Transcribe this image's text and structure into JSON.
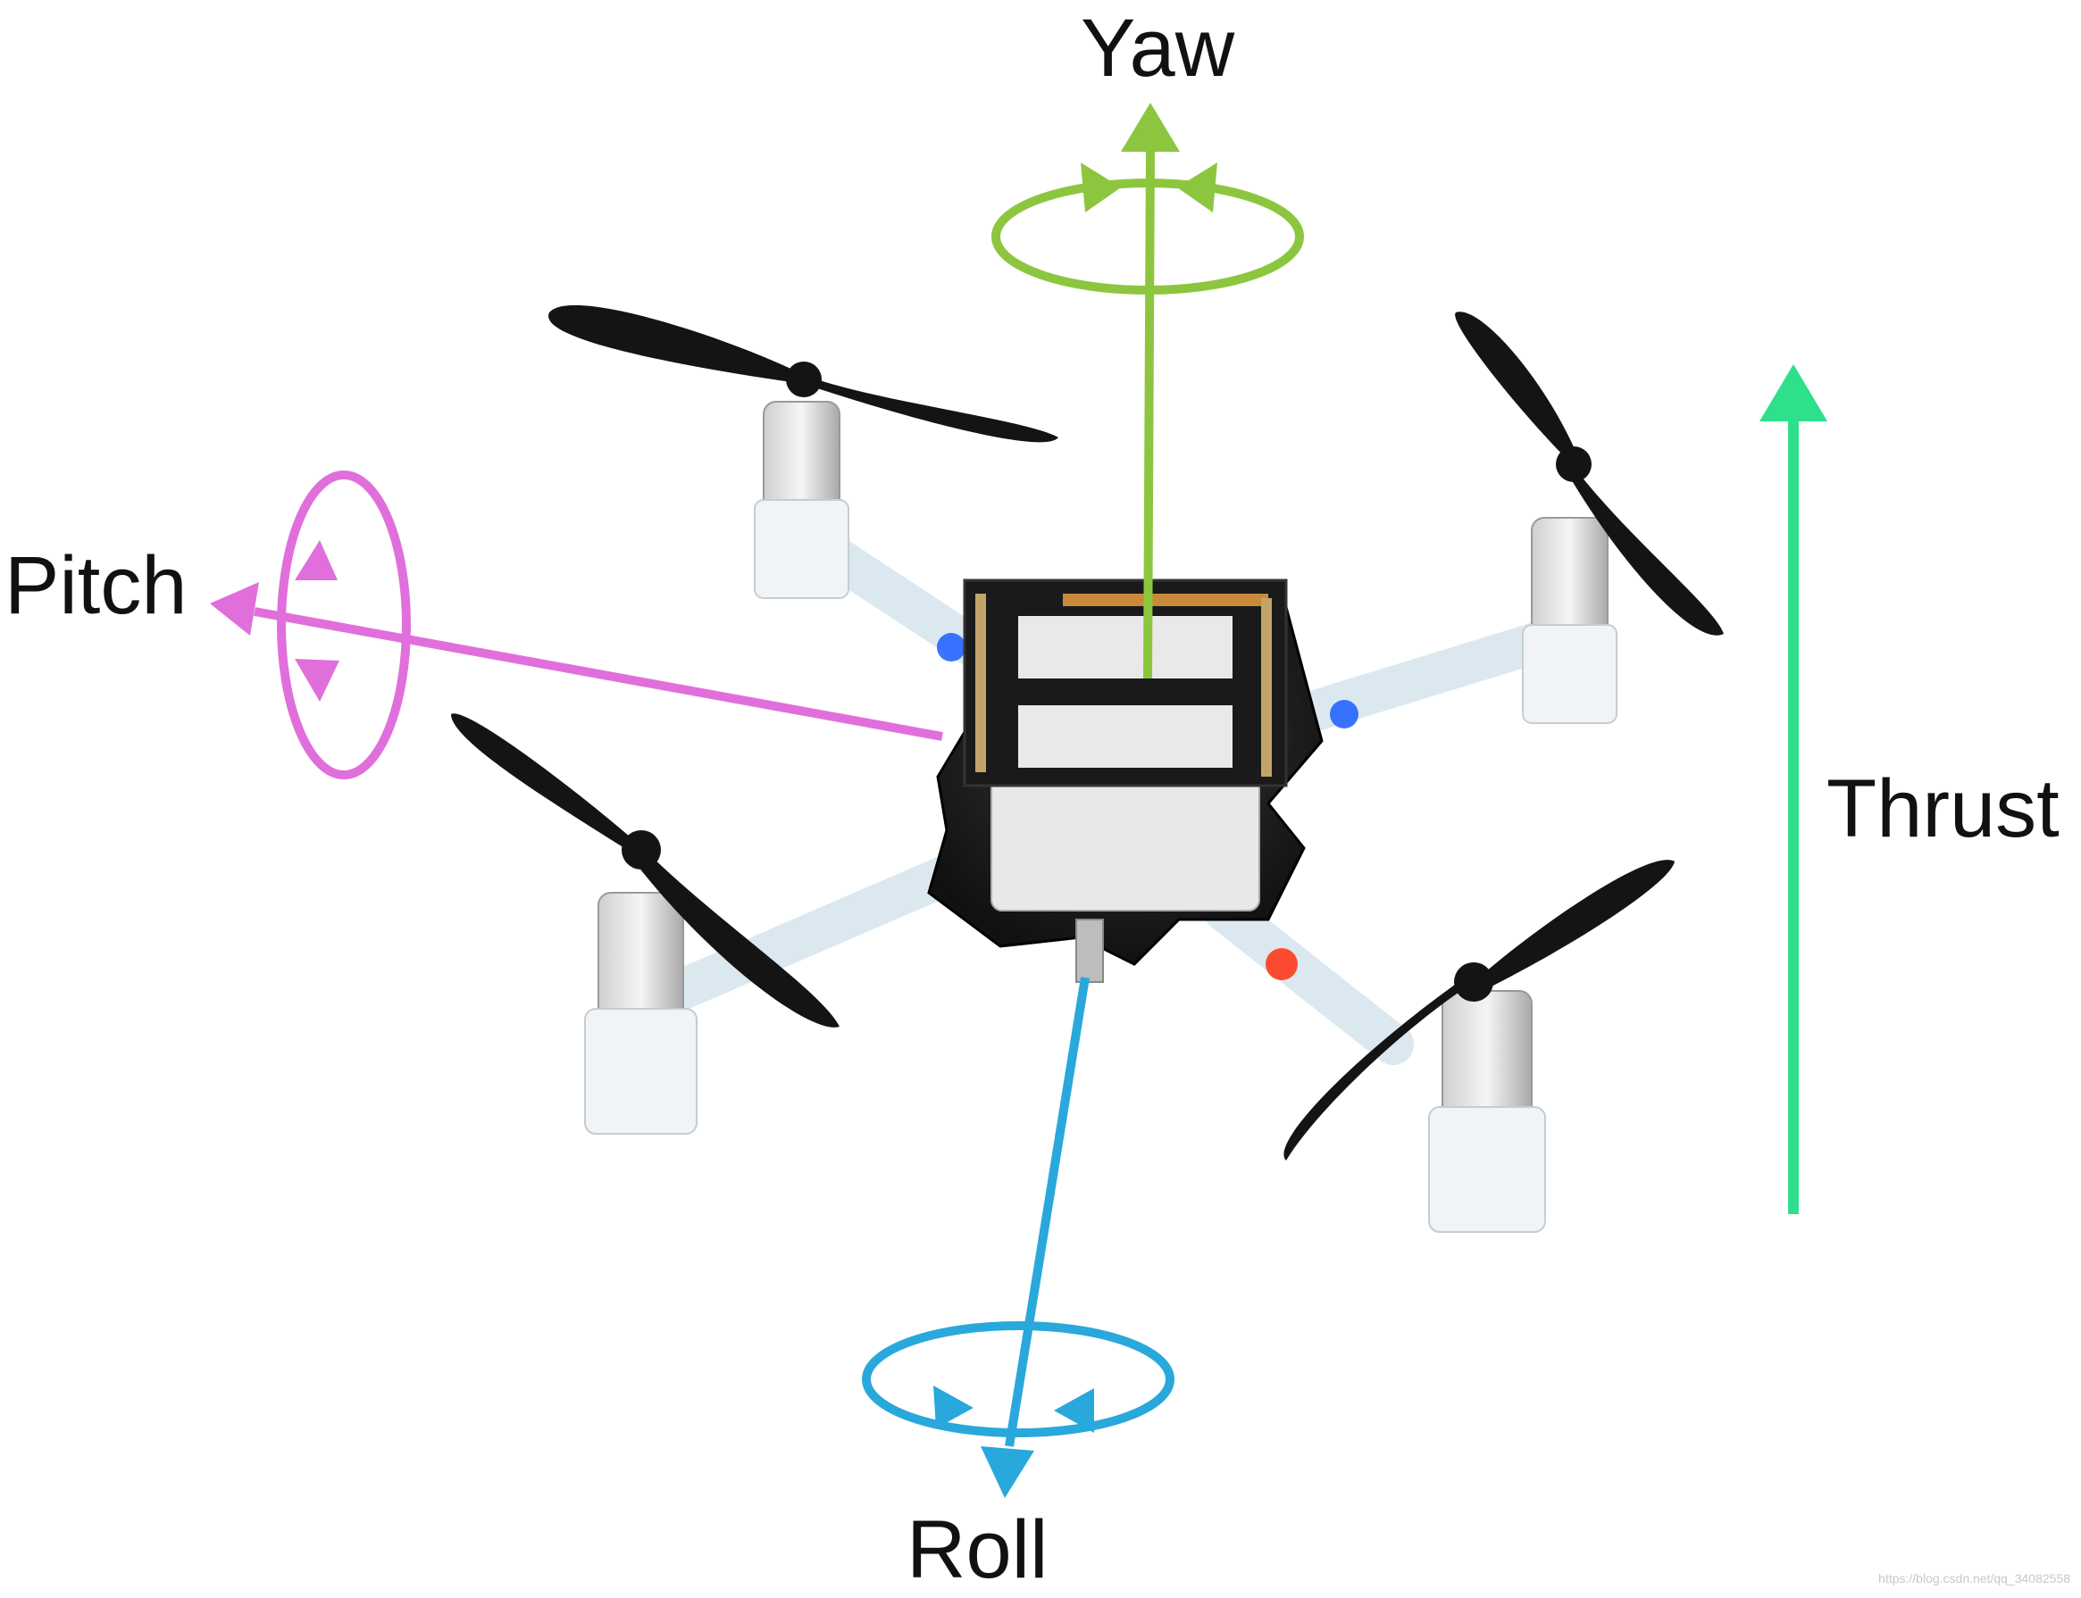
{
  "labels": {
    "yaw": "Yaw",
    "pitch": "Pitch",
    "thrust": "Thrust",
    "roll": "Roll"
  },
  "watermark": "https://blog.csdn.net/qq_34082558",
  "colors": {
    "yaw": "#8cc63f",
    "pitch": "#e06fdc",
    "thrust": "#2ee08c",
    "roll": "#29a8dc"
  },
  "icons": {
    "drone": "quadcopter-drone-photo"
  }
}
